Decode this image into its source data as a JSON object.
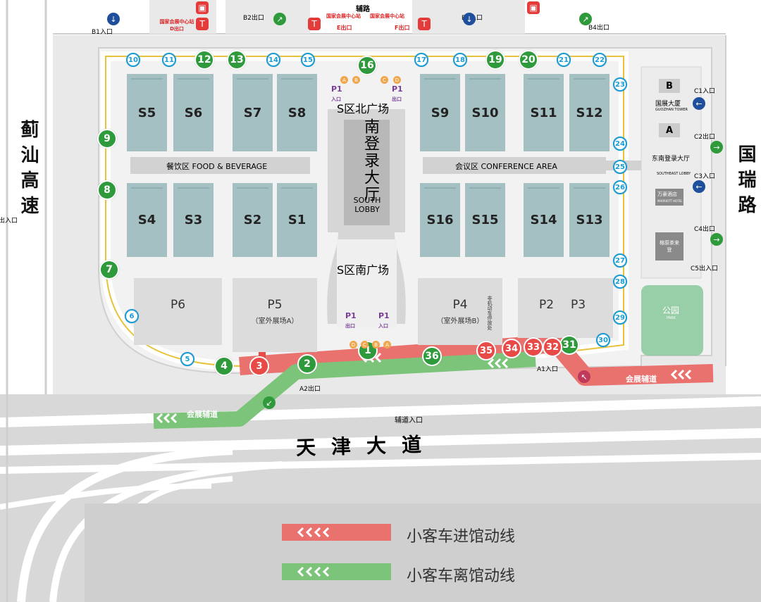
{
  "roads": {
    "west": "蓟汕高速",
    "east": "国瑞路",
    "south": "天津大道",
    "north": "辅路",
    "aux_west": "会展辅道",
    "aux_east": "会展辅道",
    "aux_entrance": "辅道入口",
    "west_edge": "出入口"
  },
  "entrances": {
    "b1": "B1入口",
    "b2": "B2出口",
    "b3": "B3入口",
    "b4": "B4出口",
    "c1": "C1入口",
    "c2": "C2出口",
    "c3": "C3入口",
    "c4": "C4出口",
    "c5": "C5出入口",
    "a1": "A1入口",
    "a2": "A2出口",
    "d": "国家会展中心站 D出口",
    "e": "E出口",
    "f": "F出口",
    "metro_left": "国家会展中心站",
    "metro_right": "国家会展中心站"
  },
  "halls": [
    "S5",
    "S6",
    "S7",
    "S8",
    "S9",
    "S10",
    "S11",
    "S12",
    "S4",
    "S3",
    "S2",
    "S1",
    "S16",
    "S15",
    "S14",
    "S13"
  ],
  "zones": {
    "food": "餐饮区   FOOD & BEVERAGE",
    "conference": "会议区   CONFERENCE AREA",
    "north_plaza": "S区北广场",
    "south_plaza": "S区南广场",
    "lobby_cn": "南登录大厅",
    "lobby_en": "SOUTH LOBBY"
  },
  "parking": {
    "p6": "P6",
    "p5": "P5",
    "p5_sub": "（室外展场A）",
    "p4": "P4",
    "p4_sub": "（室外展场B）",
    "p2": "P2",
    "p3": "P3",
    "p1_north_left": "P1",
    "p1_north_left_sub": "入口",
    "p1_north_right": "P1",
    "p1_north_right_sub": "出口",
    "p1_south_left": "P1",
    "p1_south_left_sub": "出口",
    "p1_south_right": "P1",
    "p1_south_right_sub": "入口",
    "nonmotor": "非机动车停放处"
  },
  "buildings": {
    "tower_b": "B",
    "tower_a": "A",
    "tower_cn": "国展大厦",
    "tower_en": "GUOZHAN TOWER",
    "se_lobby_cn": "东南登录大厅",
    "se_lobby_en": "SOUTHEAST LOBBY",
    "hotel_cn": "万豪酒店",
    "hotel_en": "MARRIOTT HOTEL",
    "pavilion": "榕原茶来登",
    "park_cn": "公园",
    "park_en": "PARK"
  },
  "gates": [
    "10",
    "11",
    "12",
    "13",
    "14",
    "15",
    "16",
    "17",
    "18",
    "19",
    "20",
    "21",
    "22",
    "23",
    "24",
    "25",
    "26",
    "27",
    "28",
    "29",
    "30",
    "31",
    "32",
    "33",
    "34",
    "35",
    "36",
    "9",
    "8",
    "7",
    "6",
    "5",
    "4",
    "3",
    "2",
    "1"
  ],
  "plaza_letters": [
    "A",
    "B",
    "C",
    "D",
    "D",
    "C",
    "B",
    "A"
  ],
  "legend": {
    "entry": "小客车进馆动线",
    "exit": "小客车离馆动线"
  },
  "colors": {
    "entry_route": "#e9726f",
    "exit_route": "#7cc47a",
    "hall": "#a4c0c2",
    "gate_blue": "#1a9cd6",
    "gate_green": "#2e9a3c",
    "walkway_yellow": "#e8c23a"
  }
}
